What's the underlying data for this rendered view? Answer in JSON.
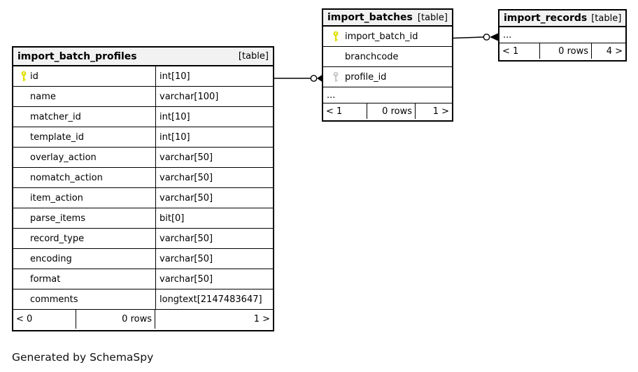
{
  "footer_note": "Generated by SchemaSpy",
  "colors": {
    "primary_key": "#e2de00",
    "foreign_key": "#c9c9c9",
    "header_bg": "#f2f2f2",
    "border": "#000000",
    "pk_style": "color:#e2de00",
    "fk_style": "color:#c9c9c9"
  },
  "tables": {
    "profiles": {
      "name": "import_batch_profiles",
      "tag": "[table]",
      "rows": [
        {
          "col": "id",
          "type": "int[10]",
          "key": "primary"
        },
        {
          "col": "name",
          "type": "varchar[100]"
        },
        {
          "col": "matcher_id",
          "type": "int[10]"
        },
        {
          "col": "template_id",
          "type": "int[10]"
        },
        {
          "col": "overlay_action",
          "type": "varchar[50]"
        },
        {
          "col": "nomatch_action",
          "type": "varchar[50]"
        },
        {
          "col": "item_action",
          "type": "varchar[50]"
        },
        {
          "col": "parse_items",
          "type": "bit[0]"
        },
        {
          "col": "record_type",
          "type": "varchar[50]"
        },
        {
          "col": "encoding",
          "type": "varchar[50]"
        },
        {
          "col": "format",
          "type": "varchar[50]"
        },
        {
          "col": "comments",
          "type": "longtext[2147483647]"
        }
      ],
      "pager": {
        "prev": "< 0",
        "rows": "0 rows",
        "next": "1 >"
      }
    },
    "batches": {
      "name": "import_batches",
      "tag": "[table]",
      "rows": [
        {
          "col": "import_batch_id",
          "key": "primary"
        },
        {
          "col": "branchcode"
        },
        {
          "col": "profile_id",
          "key": "foreign"
        },
        {
          "col": "..."
        }
      ],
      "pager": {
        "prev": "< 1",
        "rows": "0 rows",
        "next": "1 >"
      }
    },
    "records": {
      "name": "import_records",
      "tag": "[table]",
      "rows": [
        {
          "col": "..."
        }
      ],
      "pager": {
        "prev": "< 1",
        "rows": "0 rows",
        "next": "4 >"
      }
    }
  }
}
